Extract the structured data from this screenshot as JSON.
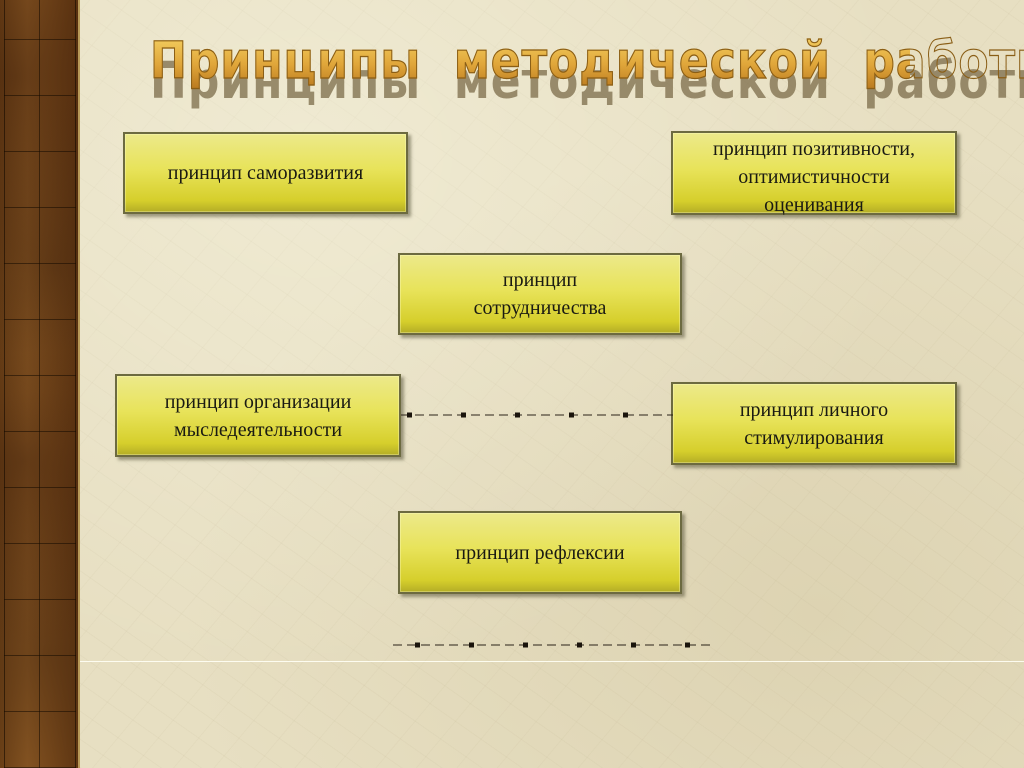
{
  "title": "Принципы  методической  работы",
  "colors": {
    "box_fill": "#e8e35a",
    "box_border": "#6c6a40",
    "title_gold": "#e0a63a",
    "background": "#e7dfc2",
    "strip": "#8a5520"
  },
  "boxes": {
    "self_development": "принцип саморазвития",
    "positivity": "принцип позитивности,\nоптимистичности\nоценивания",
    "cooperation": "принцип\nсотрудничества",
    "thinking_activity": "принцип организации\nмыследеятельности",
    "personal_stimulation": "принцип личного\nстимулирования",
    "reflection": "принцип рефлексии"
  }
}
